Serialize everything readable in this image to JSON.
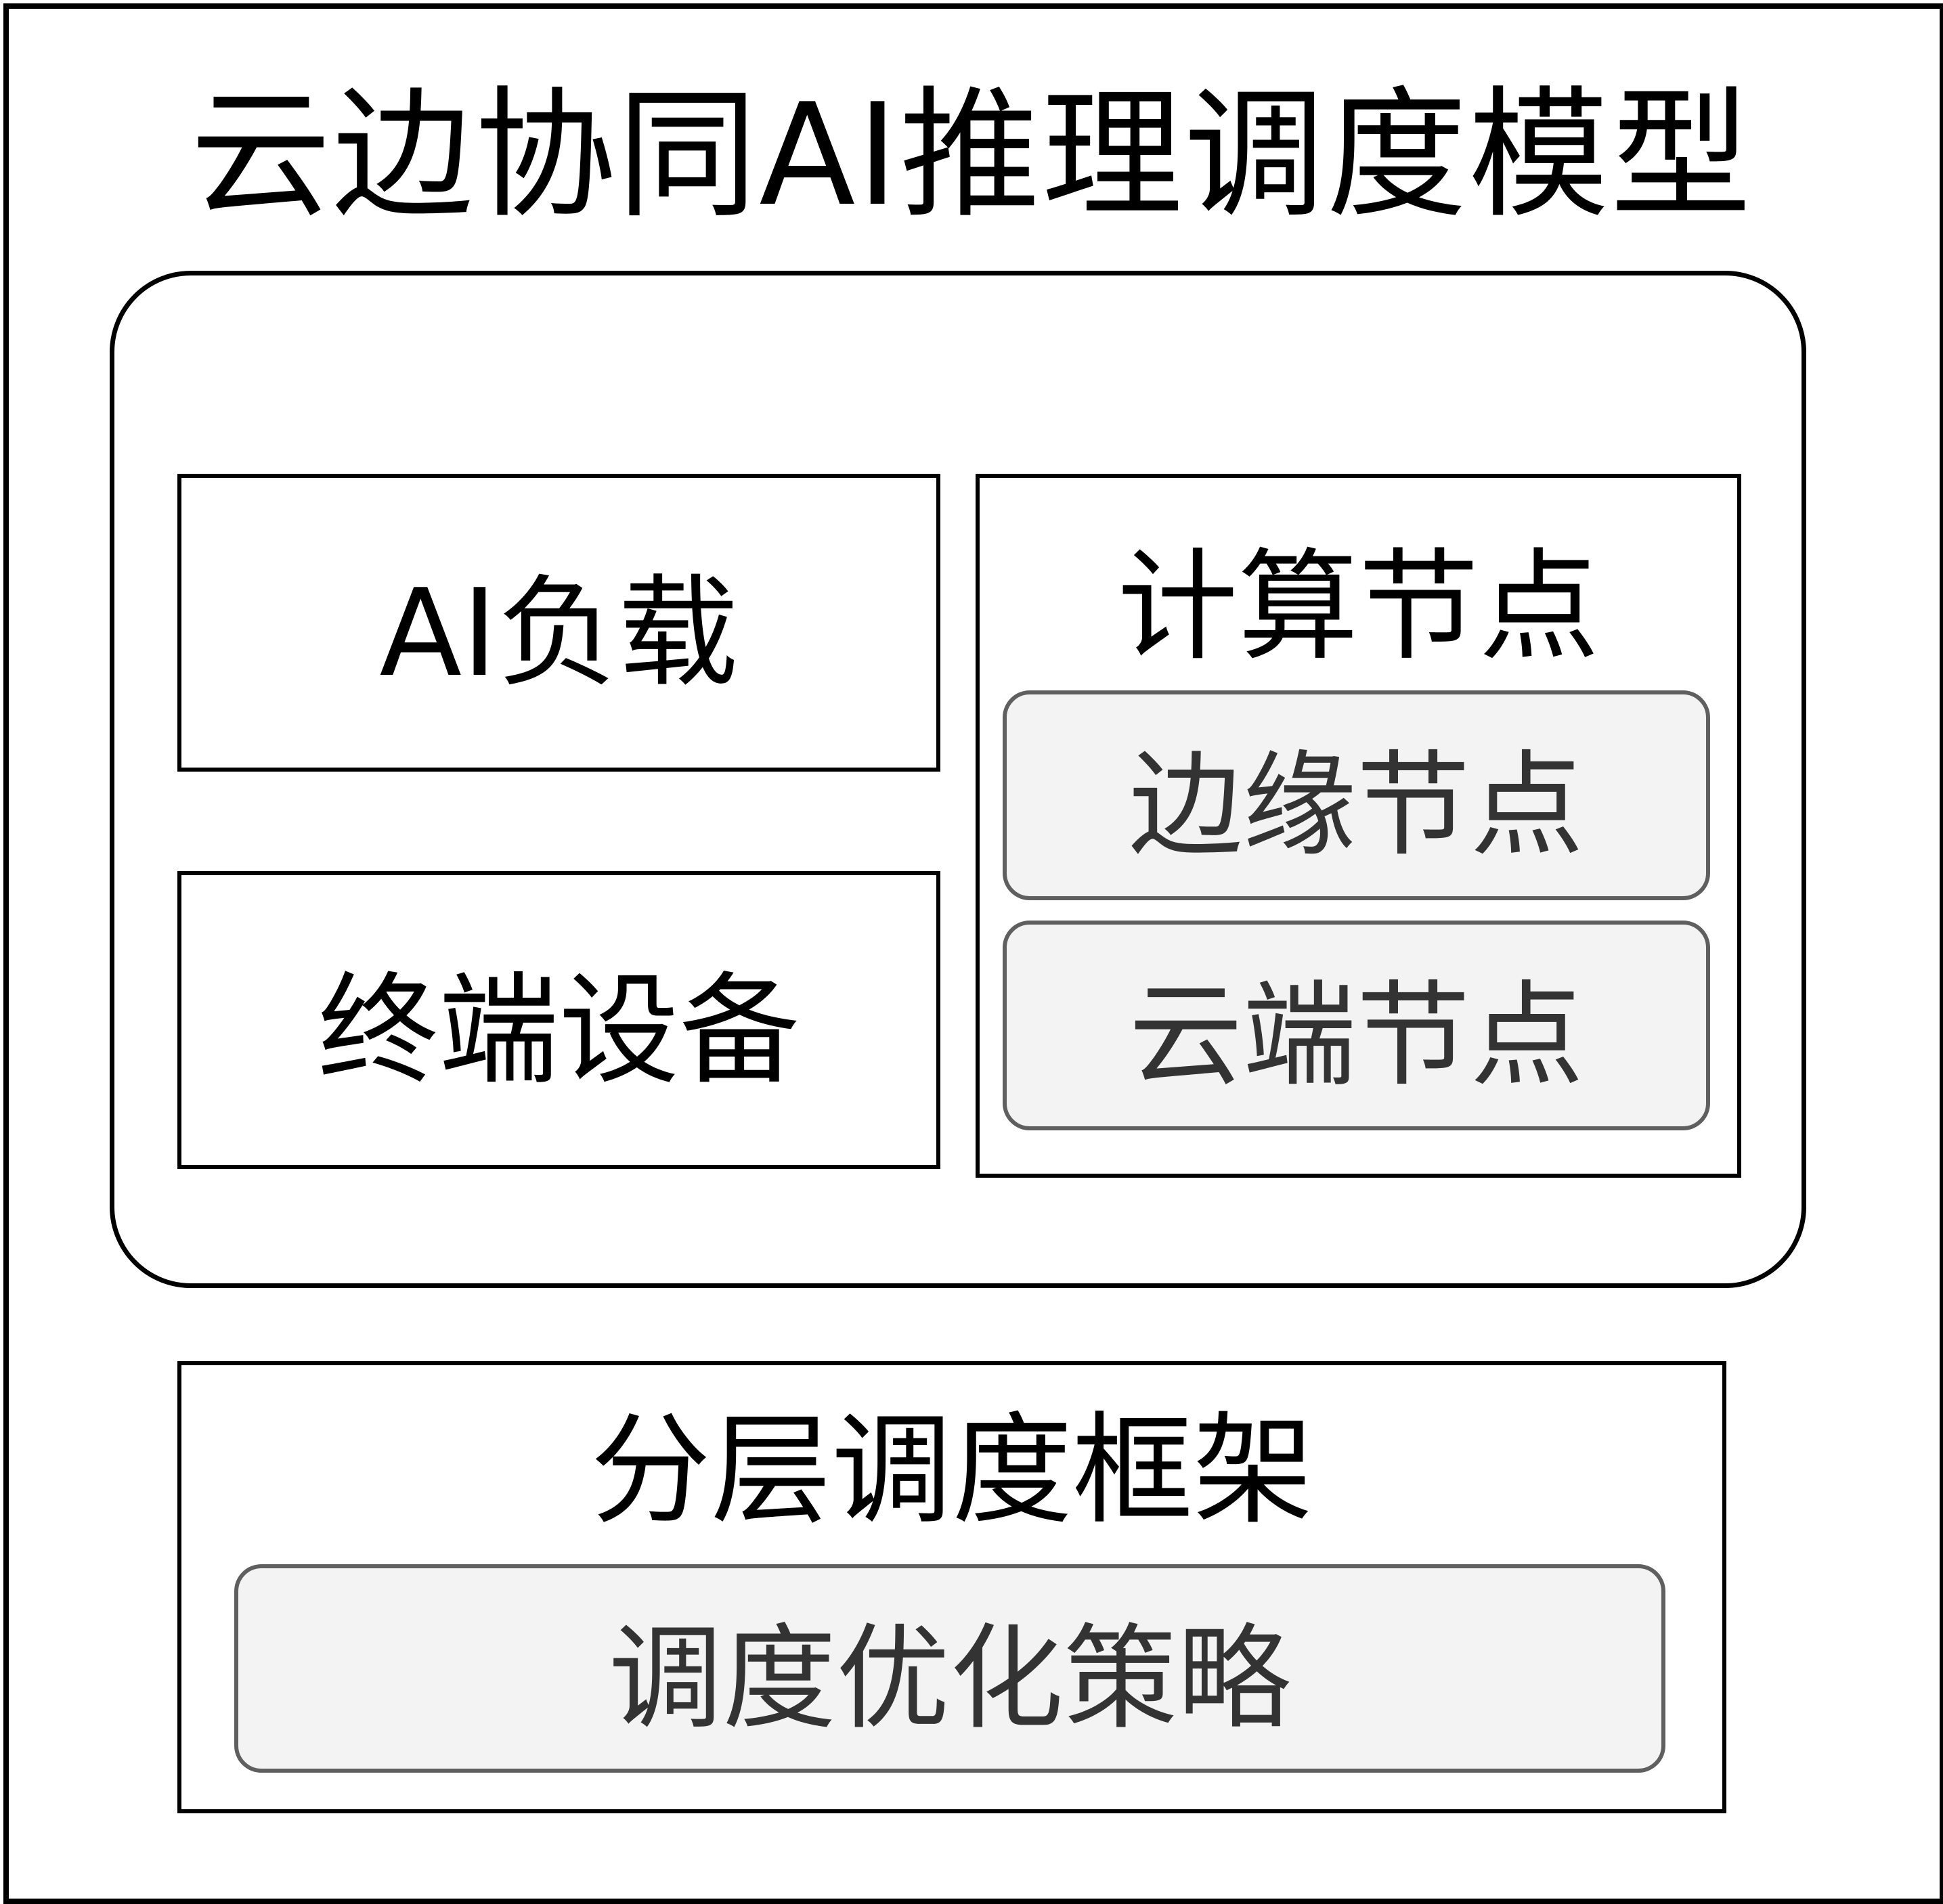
{
  "diagram": {
    "title": "云边协同AI推理调度模型",
    "model": {
      "ai_workload": "AI负载",
      "terminal_devices": "终端设备",
      "compute_nodes": {
        "label": "计算节点",
        "edge_node": "边缘节点",
        "cloud_node": "云端节点"
      }
    },
    "framework": {
      "label": "分层调度框架",
      "strategy": "调度优化策略"
    }
  }
}
